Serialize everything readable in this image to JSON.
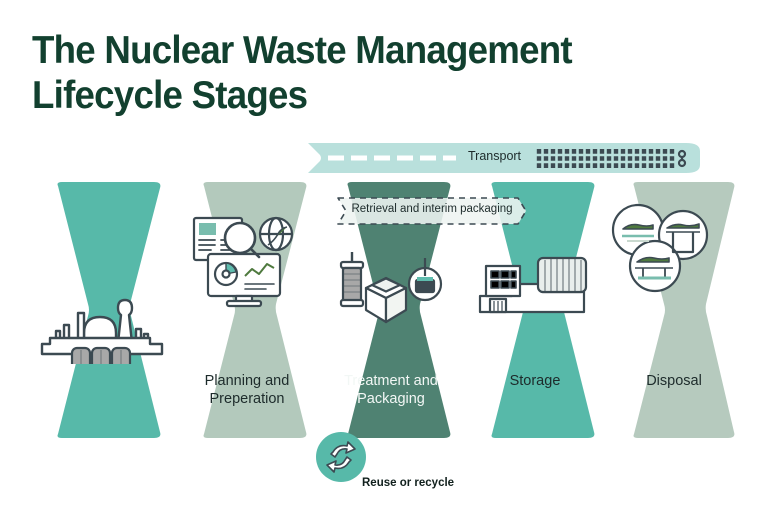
{
  "title": "The Nuclear Waste Management\nLifecycle Stages",
  "colors": {
    "title_green": "#12402f",
    "stage1_fill": "#57b9a9",
    "stage2_fill": "#b3c9bc",
    "stage3_fill": "#4f8272",
    "stage4_fill": "#57b9a9",
    "stage5_fill": "#b6cabe",
    "transport_fill": "#b9e0dc",
    "retrieval_fill": "#eef4f1",
    "reuse_circle": "#57b9a9",
    "icon_outline": "#3c4a52",
    "icon_white": "#ffffff",
    "icon_gray": "#a8a8a8",
    "icon_teal": "#5fbcae",
    "icon_green": "#4f7a3f",
    "text_dark": "#1d2b2b",
    "background": "#ffffff"
  },
  "transport": {
    "label": "Transport",
    "dash_icon": "dashed-route-icon",
    "rail_icon": "railway-track-icon"
  },
  "retrieval": {
    "label": "Retrieval and interim packaging"
  },
  "reuse": {
    "label": "Reuse or recycle",
    "icon": "recycle-arrows-icon"
  },
  "stages": [
    {
      "id": "generation",
      "label": "",
      "icon": "nuclear-power-plant-icon",
      "fill": "#57b9a9"
    },
    {
      "id": "planning",
      "label": "Planning and\nPreperation",
      "icon": "planning-analysis-icon",
      "fill": "#b3c9bc"
    },
    {
      "id": "treatment",
      "label": "Treatment and\nPackaging",
      "icon": "waste-packaging-icon",
      "fill": "#4f8272"
    },
    {
      "id": "storage",
      "label": "Storage",
      "icon": "storage-facility-icon",
      "fill": "#57b9a9"
    },
    {
      "id": "disposal",
      "label": "Disposal",
      "icon": "geological-repository-icon",
      "fill": "#b6cabe"
    }
  ]
}
